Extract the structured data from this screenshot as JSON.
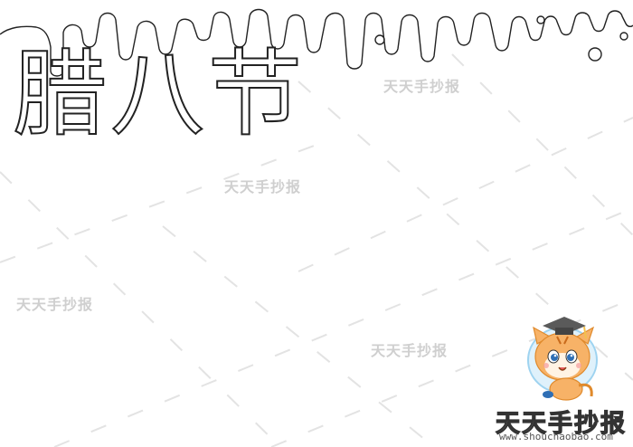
{
  "poster": {
    "title": "腊八节"
  },
  "watermarks": [
    "天天手抄报",
    "天天手抄报",
    "天天手抄报",
    "天天手抄报"
  ],
  "brand": {
    "logo_text": "天天手抄报",
    "url": "www.shouchaobao.com"
  },
  "icons": {
    "mascot": "tiger-cub-graduation-cap-icon"
  },
  "colors": {
    "outline": "#222222",
    "watermark": "#cfcfcf",
    "mascot_orange": "#f7b267",
    "mascot_blue": "#9ed3f0",
    "cap": "#5a5a5a"
  }
}
